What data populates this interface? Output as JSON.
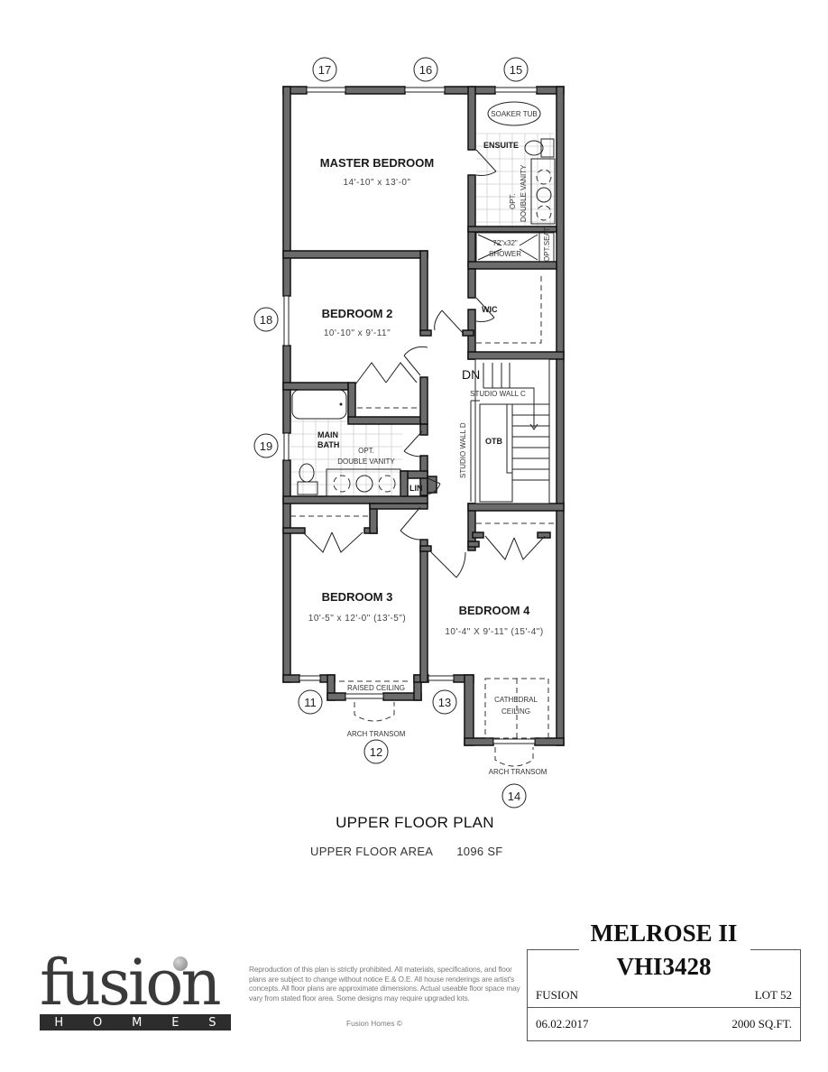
{
  "plan": {
    "title": "UPPER FLOOR PLAN",
    "area_label": "UPPER FLOOR AREA",
    "area_value": "1096 SF"
  },
  "rooms": {
    "master_bedroom": {
      "name": "MASTER BEDROOM",
      "dims": "14'-10\" x 13'-0\""
    },
    "bedroom2": {
      "name": "BEDROOM 2",
      "dims": "10'-10\" x 9'-11\""
    },
    "bedroom3": {
      "name": "BEDROOM 3",
      "dims": "10'-5\" x 12'-0\" (13'-5\")"
    },
    "bedroom4": {
      "name": "BEDROOM 4",
      "dims": "10'-4\" X 9'-11\" (15'-4\")"
    },
    "ensuite": {
      "name": "ENSUITE"
    },
    "wic": {
      "name": "WIC"
    },
    "main_bath": {
      "name_line1": "MAIN",
      "name_line2": "BATH"
    },
    "lin": {
      "name": "LIN"
    },
    "otb": {
      "name": "OTB"
    }
  },
  "labels": {
    "soaker_tub": "SOAKER TUB",
    "ensuite_vanity_1": "OPT.",
    "ensuite_vanity_2": "DOUBLE VANITY",
    "shower_1": "72\"x32\"",
    "shower_2": "SHOWER",
    "opt_seat": "OPT.SEAT",
    "main_vanity_1": "OPT.",
    "main_vanity_2": "DOUBLE VANITY",
    "stair_dn": "DN",
    "studio_wall_c": "STUDIO WALL C",
    "studio_wall_d": "STUDIO WALL D",
    "raised_ceiling": "RAISED CEILING",
    "cathedral_1": "CATHEDRAL",
    "cathedral_2": "CEILING",
    "arch_transom_12": "ARCH TRANSOM",
    "arch_transom_14": "ARCH TRANSOM"
  },
  "window_callouts": {
    "w11": "11",
    "w12": "12",
    "w13": "13",
    "w14": "14",
    "w15": "15",
    "w16": "16",
    "w17": "17",
    "w18": "18",
    "w19": "19"
  },
  "brand": {
    "logo_word": "fusion",
    "logo_sub": [
      "H",
      "O",
      "M",
      "E",
      "S"
    ]
  },
  "disclaimer": {
    "text": "Reproduction of this plan is strictly prohibited.  All materials, specifications, and floor plans are subject to change without notice E.& O.E.  All house renderings are artist's concepts.  All floor plans are approximate dimensions.  Actual useable floor space may vary from stated floor area.  Some designs may require upgraded lots.",
    "copyright": "Fusion Homes ©"
  },
  "title_block": {
    "model_name": "MELROSE II",
    "model_code": "VHI3428",
    "builder": "FUSION",
    "lot": "LOT 52",
    "date": "06.02.2017",
    "sqft": "2000 SQ.FT."
  },
  "colors": {
    "wall_fill": "#6b6b6b",
    "wall_outline": "#111111",
    "tile_lines": "#cfcfcf",
    "logo_dark": "#2d2d2d"
  }
}
